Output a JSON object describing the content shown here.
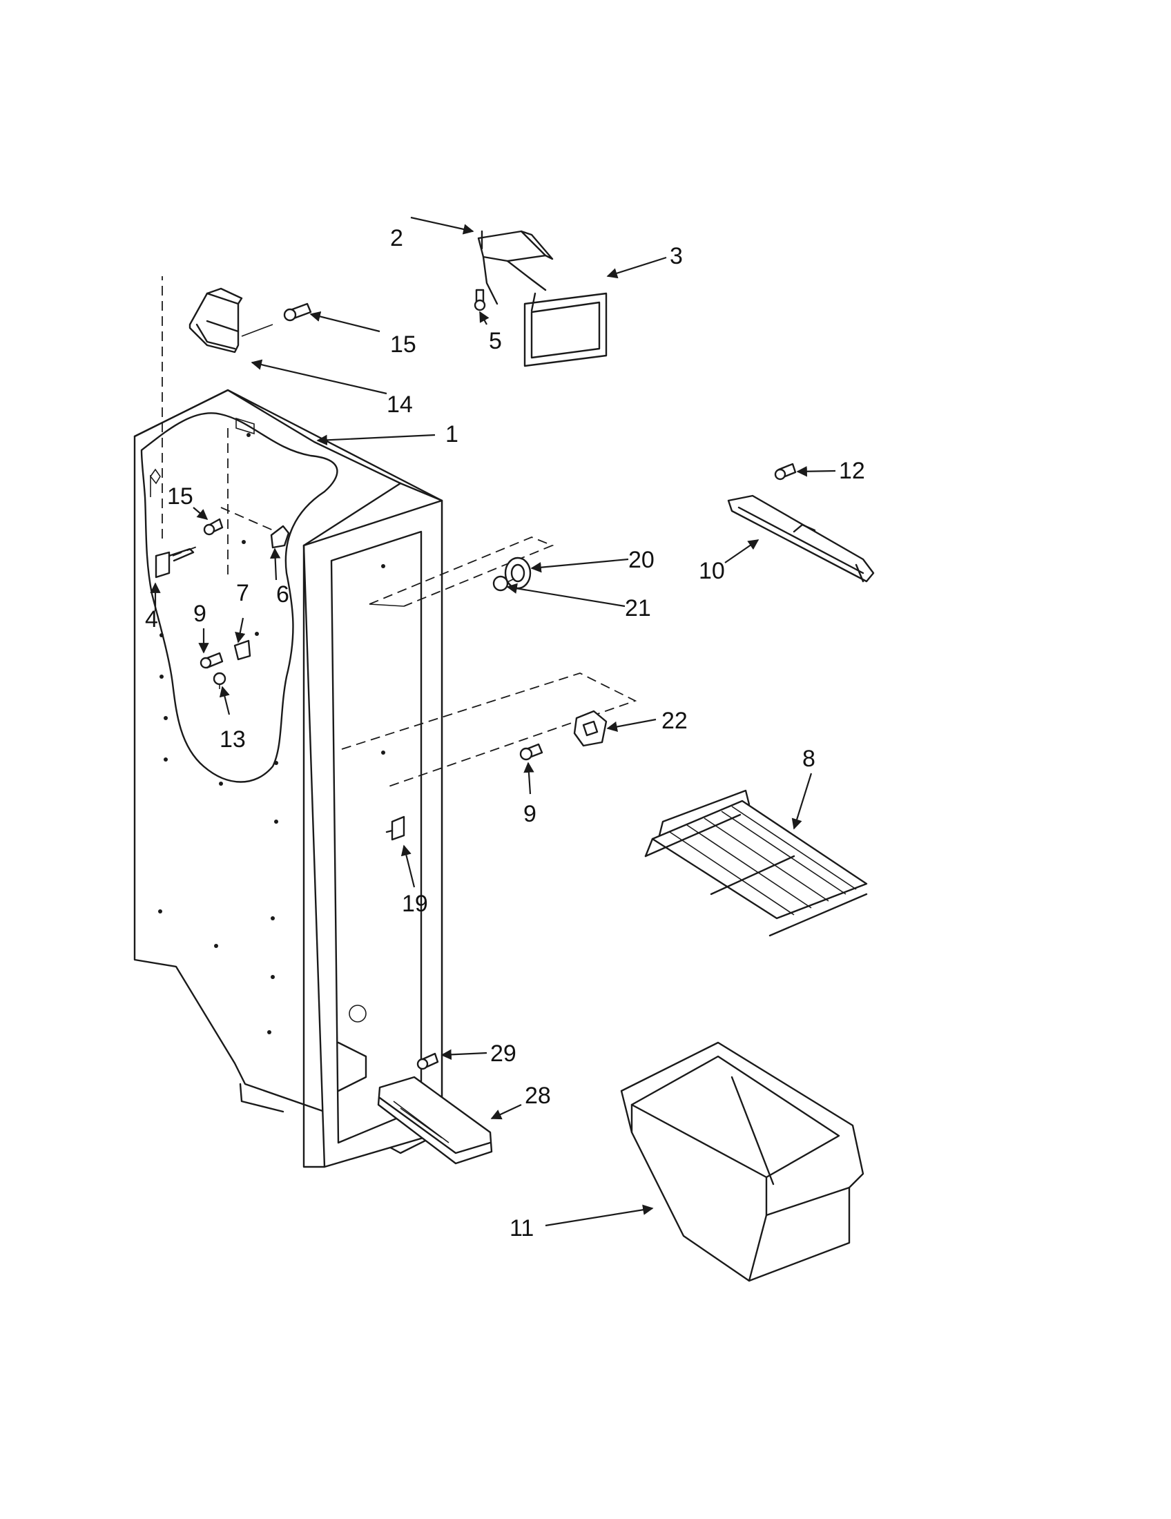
{
  "callouts": {
    "c1": "1",
    "c2": "2",
    "c3": "3",
    "c4": "4",
    "c5": "5",
    "c6": "6",
    "c7": "7",
    "c8": "8",
    "c9a": "9",
    "c9b": "9",
    "c10": "10",
    "c11": "11",
    "c12": "12",
    "c13": "13",
    "c14": "14",
    "c15a": "15",
    "c15b": "15",
    "c19": "19",
    "c20": "20",
    "c21": "21",
    "c22": "22",
    "c28": "28",
    "c29": "29"
  }
}
